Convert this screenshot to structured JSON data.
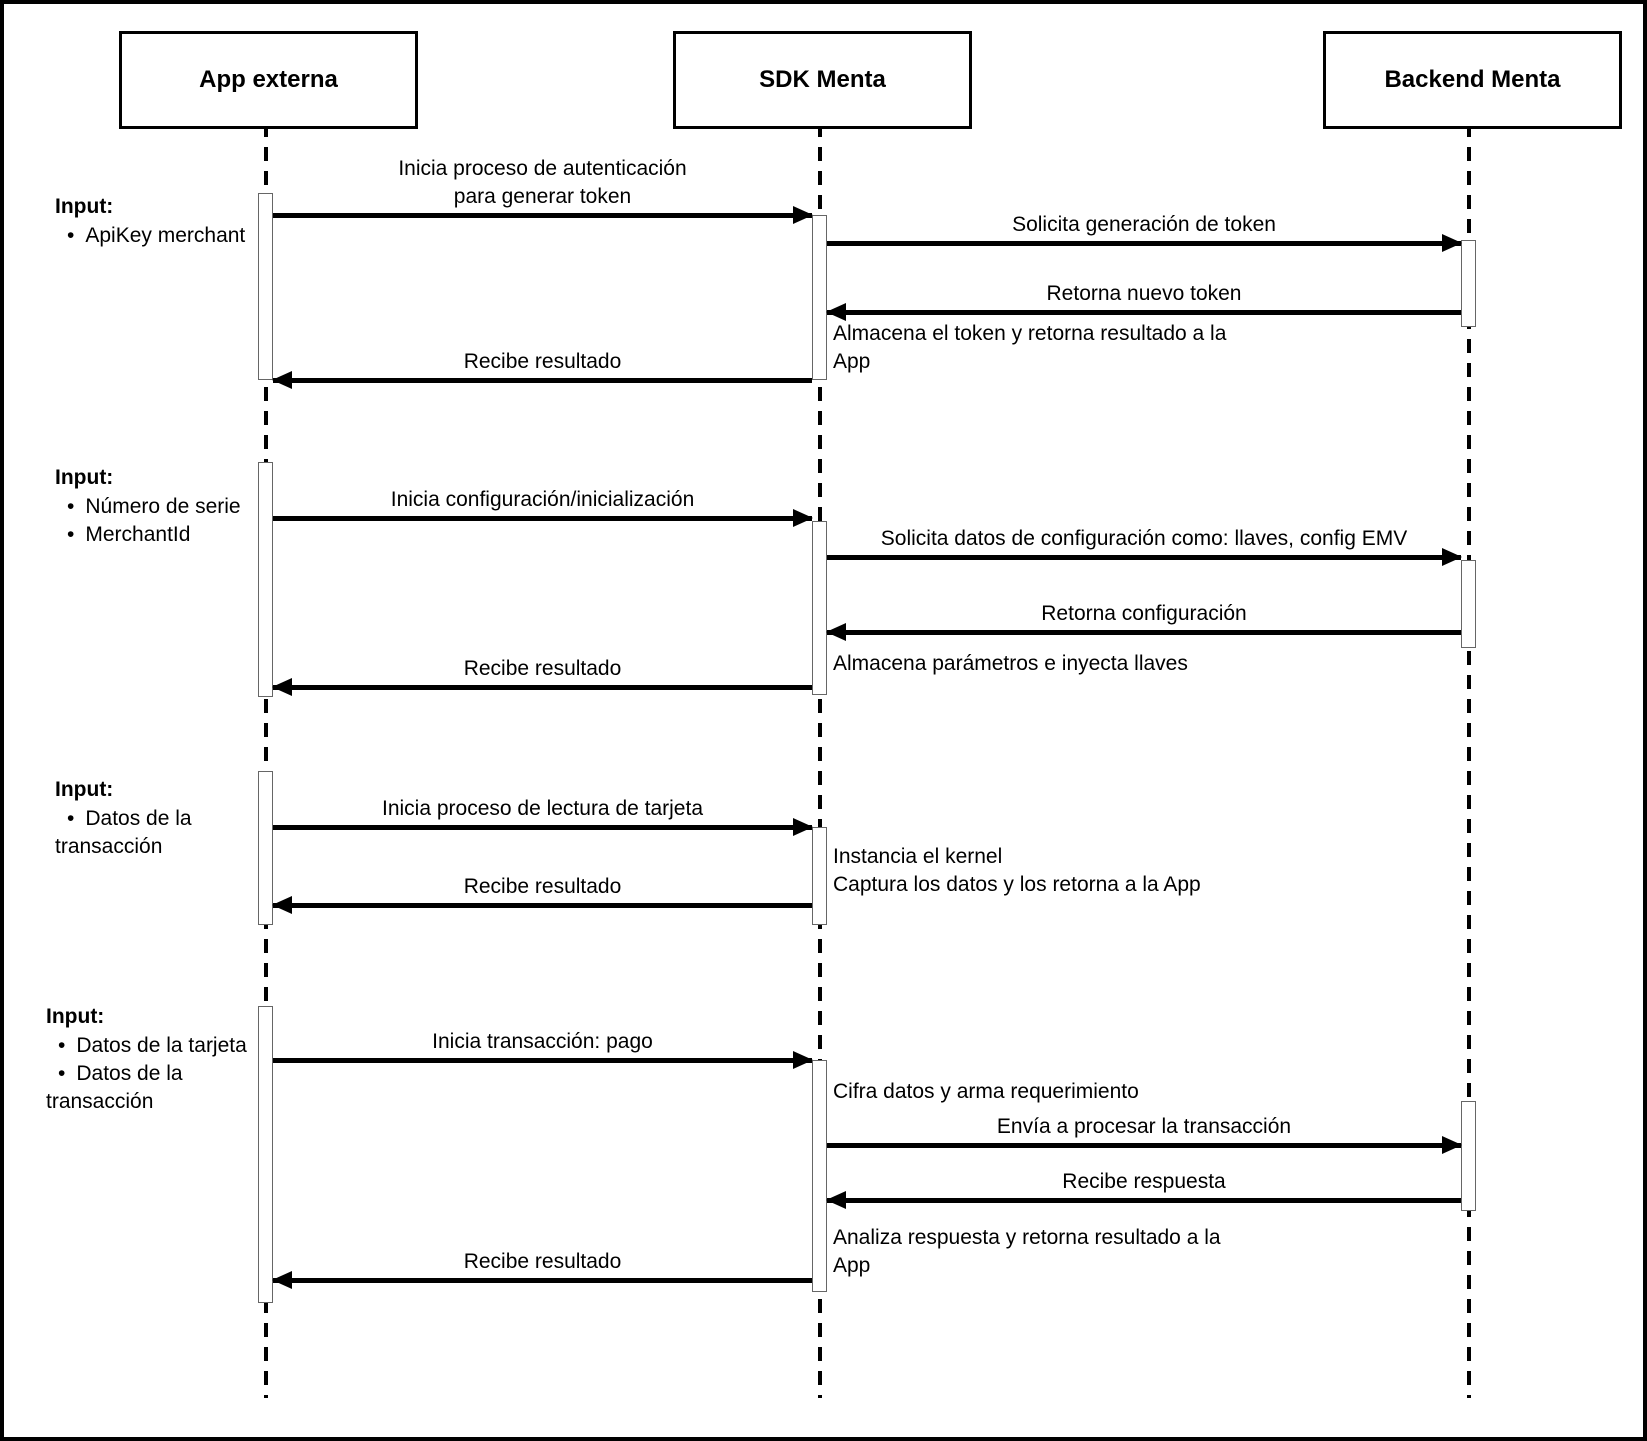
{
  "diagram_type": "uml-sequence",
  "colors": {
    "line": "#000000",
    "background": "#ffffff",
    "activation_border": "#666666"
  },
  "actors": [
    {
      "label": "App externa"
    },
    {
      "label": "SDK Menta"
    },
    {
      "label": "Backend Menta"
    }
  ],
  "inputs": [
    {
      "title": "Input:",
      "items": [
        "ApiKey merchant"
      ]
    },
    {
      "title": "Input:",
      "items": [
        "Número de serie",
        "MerchantId"
      ]
    },
    {
      "title": "Input:",
      "items": [
        "Datos de la\ntransacción"
      ]
    },
    {
      "title": "Input:",
      "items": [
        "Datos de la tarjeta",
        "Datos de la\ntransacción"
      ]
    }
  ],
  "messages": [
    {
      "label": "Inicia proceso de autenticación\npara generar token",
      "from": "App externa",
      "to": "SDK Menta"
    },
    {
      "label": "Solicita generación de token",
      "from": "SDK Menta",
      "to": "Backend Menta"
    },
    {
      "label": "Retorna nuevo token",
      "from": "Backend Menta",
      "to": "SDK Menta"
    },
    {
      "label": "Recibe resultado",
      "from": "SDK Menta",
      "to": "App externa"
    },
    {
      "label": "Inicia configuración/inicialización",
      "from": "App externa",
      "to": "SDK Menta"
    },
    {
      "label": "Solicita datos de configuración como: llaves, config EMV",
      "from": "SDK Menta",
      "to": "Backend Menta"
    },
    {
      "label": "Retorna configuración",
      "from": "Backend Menta",
      "to": "SDK Menta"
    },
    {
      "label": "Recibe resultado",
      "from": "SDK Menta",
      "to": "App externa"
    },
    {
      "label": "Inicia proceso de lectura de tarjeta",
      "from": "App externa",
      "to": "SDK Menta"
    },
    {
      "label": "Recibe resultado",
      "from": "SDK Menta",
      "to": "App externa"
    },
    {
      "label": "Inicia transacción: pago",
      "from": "App externa",
      "to": "SDK Menta"
    },
    {
      "label": "Envía a procesar la transacción",
      "from": "SDK Menta",
      "to": "Backend Menta"
    },
    {
      "label": "Recibe respuesta",
      "from": "Backend Menta",
      "to": "SDK Menta"
    },
    {
      "label": "Recibe resultado",
      "from": "SDK Menta",
      "to": "App externa"
    }
  ],
  "notes": [
    {
      "text": "Almacena el token y retorna resultado a la\nApp"
    },
    {
      "text": "Almacena parámetros e inyecta llaves"
    },
    {
      "text": "Instancia el kernel\nCaptura los datos y los retorna a la App"
    },
    {
      "text": "Cifra datos y arma requerimiento"
    },
    {
      "text": "Analiza respuesta y retorna resultado a la\nApp"
    }
  ]
}
